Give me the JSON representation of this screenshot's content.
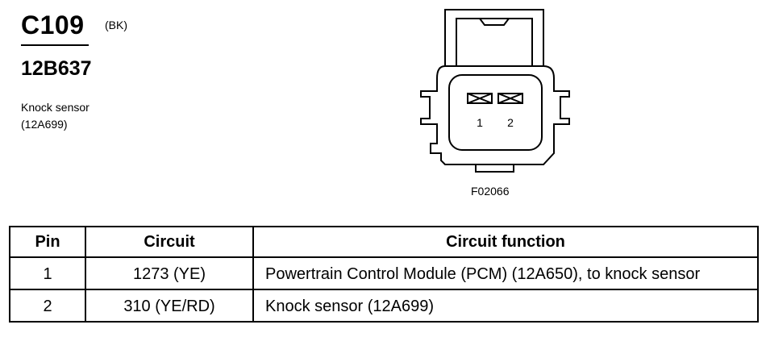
{
  "connector": {
    "id": "C109",
    "color": "(BK)",
    "part_number": "12B637",
    "description_lines": [
      "Knock sensor",
      "(12A699)"
    ]
  },
  "diagram": {
    "pin_labels": [
      "1",
      "2"
    ],
    "figure_code": "F02066"
  },
  "table": {
    "headers": {
      "pin": "Pin",
      "circuit": "Circuit",
      "function": "Circuit function"
    },
    "rows": [
      {
        "pin": "1",
        "circuit": "1273 (YE)",
        "function": "Powertrain Control Module (PCM) (12A650), to knock sensor"
      },
      {
        "pin": "2",
        "circuit": "310 (YE/RD)",
        "function": "Knock sensor (12A699)"
      }
    ]
  }
}
